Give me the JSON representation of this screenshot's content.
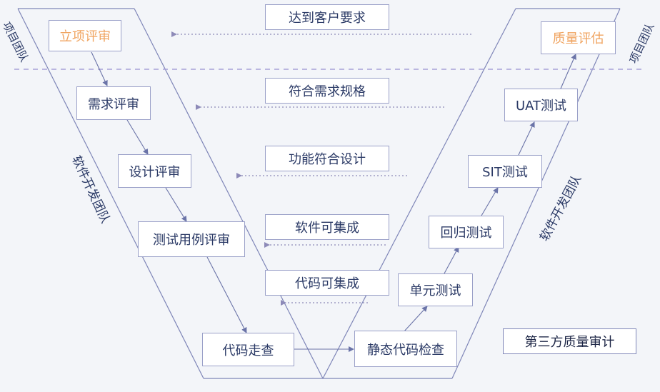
{
  "left_steps": {
    "initiation_review": "立项评审",
    "requirement_review": "需求评审",
    "design_review": "设计评审",
    "testcase_review": "测试用例评审",
    "code_walkthrough": "代码走查"
  },
  "right_steps": {
    "static_code_check": "静态代码检查",
    "unit_test": "单元测试",
    "regression_test": "回归测试",
    "sit_test": "SIT测试",
    "uat_test": "UAT测试",
    "quality_evaluation": "质量评估"
  },
  "middle_goals": {
    "customer_requirement": "达到客户要求",
    "requirement_spec": "符合需求规格",
    "function_design": "功能符合设计",
    "software_integrable": "软件可集成",
    "code_integrable": "代码可集成"
  },
  "side_labels": {
    "project_team_left": "项目团队",
    "project_team_right": "项目团队",
    "dev_team_left": "软件开发团队",
    "dev_team_right": "软件开发团队"
  },
  "third_party_audit": "第三方质量审计",
  "colors": {
    "box_border": "#9aa0c8",
    "text": "#2b3a66",
    "accent_orange": "#f0a460",
    "dashed_divider": "#a7a2d8",
    "arrow": "#6b74a8"
  }
}
